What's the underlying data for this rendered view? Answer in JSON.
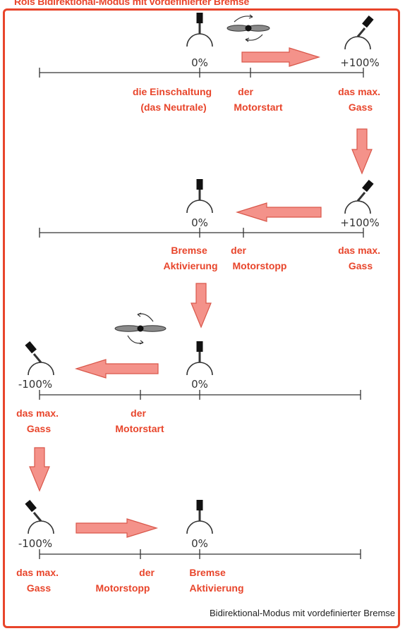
{
  "header": {
    "title": "Rols Bidirektional-Modus mit vordefinierter Bremse"
  },
  "caption": "Bidirektional-Modus mit vordefinierter Bremse",
  "colors": {
    "accent": "#e8452b",
    "arrow_fill": "#f4928a",
    "arrow_stroke": "#d9574a",
    "line": "#333333"
  },
  "panels": [
    {
      "pct_center": "0%",
      "pct_end": "+100%",
      "labels": [
        [
          "die Einschaltung",
          "(das Neutrale)"
        ],
        [
          "der",
          "Motorstart"
        ],
        [
          "das max.",
          "Gass"
        ]
      ]
    },
    {
      "pct_center": "0%",
      "pct_end": "+100%",
      "labels": [
        [
          "Bremse",
          "Aktivierung"
        ],
        [
          "der",
          "Motorstopp"
        ],
        [
          "das max.",
          "Gass"
        ]
      ]
    },
    {
      "pct_start": "-100%",
      "pct_center": "0%",
      "labels": [
        [
          "das max.",
          "Gass"
        ],
        [
          "der",
          "Motorstart"
        ]
      ]
    },
    {
      "pct_start": "-100%",
      "pct_center": "0%",
      "labels": [
        [
          "das max.",
          "Gass"
        ],
        [
          "der",
          "Motorstopp"
        ],
        [
          "Bremse",
          "Aktivierung"
        ]
      ]
    }
  ],
  "icons": [
    "throttle-stick-icon",
    "propeller-icon",
    "arrow-right-icon",
    "arrow-left-icon",
    "arrow-down-icon"
  ]
}
